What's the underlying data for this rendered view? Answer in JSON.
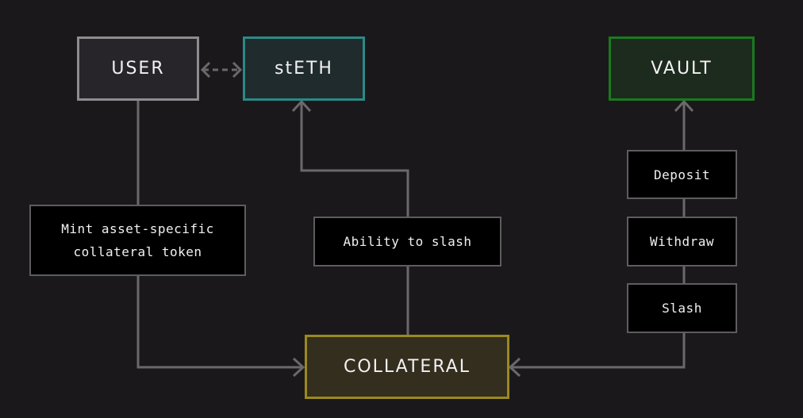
{
  "nodes": {
    "user": "USER",
    "steth": "stETH",
    "vault": "VAULT",
    "collateral": "COLLATERAL"
  },
  "labels": {
    "mint_line1": "Mint asset-specific",
    "mint_line2": "collateral token",
    "ability": "Ability to slash",
    "deposit": "Deposit",
    "withdraw": "Withdraw",
    "slash": "Slash"
  },
  "colors": {
    "background": "#1b181c",
    "wire": "#6b686c",
    "user_border": "#8e8c8f",
    "steth_border": "#2a8a86",
    "vault_border": "#1a7a1f",
    "collateral_border": "#9a8a1e"
  }
}
